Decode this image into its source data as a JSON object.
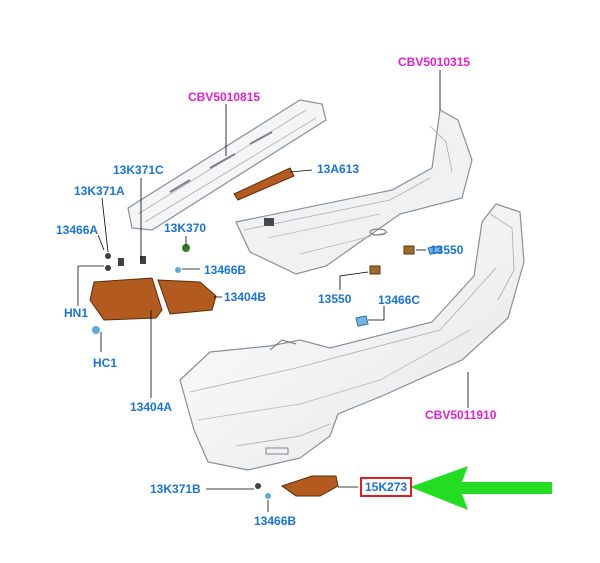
{
  "colors": {
    "part_number": "#1a74d6",
    "assembly_number": "#e020d0",
    "highlight_box": "#e02020",
    "arrow": "#22dd22",
    "lamp_fill": "#b35a1f",
    "line_art": "#8a8f96"
  },
  "labels": {
    "cbv5010815": "CBV5010815",
    "cbv5010315": "CBV5010315",
    "cbv5011910": "CBV5011910",
    "p13k371c": "13K371C",
    "p13a613": "13A613",
    "p13k371a": "13K371A",
    "p13466a": "13466A",
    "p13k370": "13K370",
    "p13466b_top": "13466B",
    "p13404b": "13404B",
    "hn1": "HN1",
    "hc1": "HC1",
    "p13404a": "13404A",
    "p13550_right": "13550",
    "p13550_left": "13550",
    "p13466c": "13466C",
    "p13k371b": "13K371B",
    "p15k273": "15K273",
    "p13466b_bottom": "13466B"
  }
}
